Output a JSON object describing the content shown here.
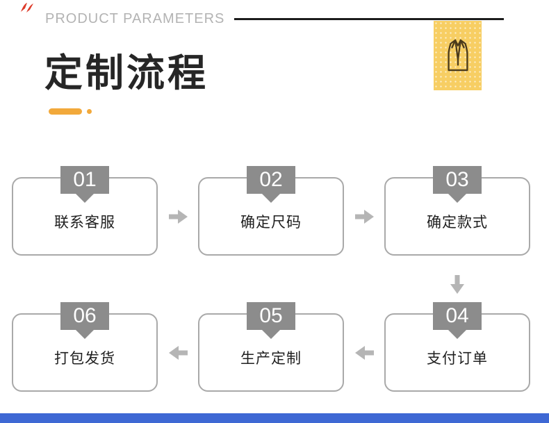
{
  "header": {
    "eyebrow": "PRODUCT PARAMETERS",
    "title": "定制流程"
  },
  "icon": {
    "name": "vest-icon",
    "background": "#F7CE63",
    "stroke": "#4B3A1B"
  },
  "steps": [
    {
      "num": "01",
      "label": "联系客服"
    },
    {
      "num": "02",
      "label": "确定尺码"
    },
    {
      "num": "03",
      "label": "确定款式"
    },
    {
      "num": "04",
      "label": "支付订单"
    },
    {
      "num": "05",
      "label": "生产定制"
    },
    {
      "num": "06",
      "label": "打包发货"
    }
  ],
  "colors": {
    "accent": "#F2A93B",
    "badge": "#8C8C8C",
    "box_border": "#A9A9A9",
    "arrow": "#B5B5B5",
    "divider": "#1C1C1C",
    "eyebrow_text": "#B3B3B3",
    "title_text": "#262626",
    "footer_bar": "#3E68D4",
    "red_mark": "#DD3B2A"
  }
}
